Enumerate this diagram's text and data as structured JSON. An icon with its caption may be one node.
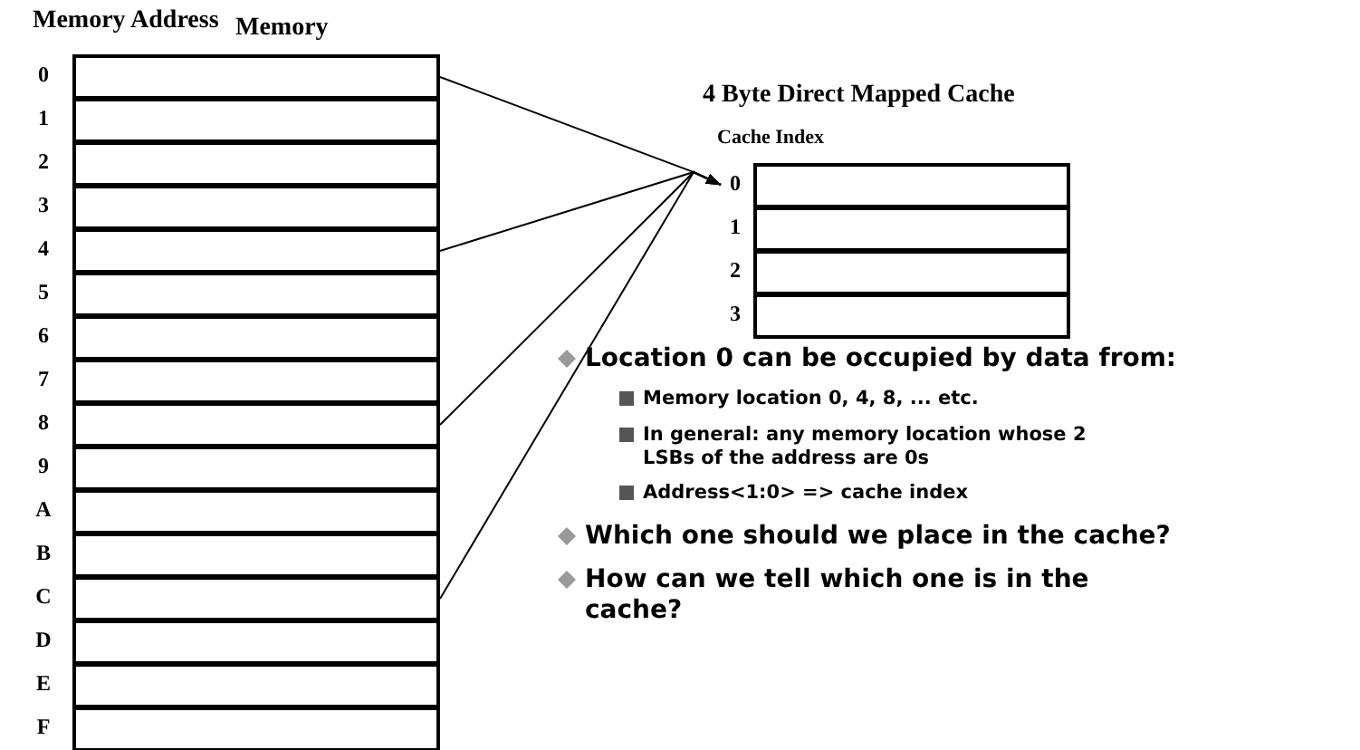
{
  "diagram": {
    "nodes": [
      {
        "text": [],
        "shape": "box"
      },
      {
        "text": [],
        "shape": "box"
      },
      {
        "text": [],
        "shape": "box"
      },
      {
        "text": [],
        "shape": "box"
      },
      {
        "text": [],
        "shape": "box"
      },
      {
        "text": [],
        "shape": "box"
      },
      {
        "text": [],
        "shape": "box"
      },
      {
        "text": [],
        "shape": "box"
      },
      {
        "text": [],
        "shape": "box"
      },
      {
        "text": [],
        "shape": "box"
      },
      {
        "text": [],
        "shape": "box"
      },
      {
        "text": [],
        "shape": "box"
      },
      {
        "text": [],
        "shape": "box"
      },
      {
        "text": [],
        "shape": "box"
      },
      {
        "text": [],
        "shape": "box"
      },
      {
        "text": [],
        "shape": "box"
      },
      {
        "text": [],
        "shape": "box"
      },
      {
        "text": [],
        "shape": "box"
      },
      {
        "text": [],
        "shape": "box"
      },
      {
        "text": [],
        "shape": "box"
      }
    ],
    "edges": [
      {
        "from": 0,
        "to": 16,
        "arrow": "to"
      },
      {
        "from": 4,
        "to": 16,
        "arrow": "to"
      },
      {
        "from": 8,
        "to": 16,
        "arrow": "to"
      },
      {
        "from": 12,
        "to": 16,
        "arrow": "to"
      }
    ],
    "labels": [
      "Memory Address",
      "Memory",
      "4 Byte Direct Mapped Cache",
      "Cache Index",
      "0",
      "1",
      "2",
      "3",
      "4",
      "5",
      "6",
      "7",
      "8",
      "9",
      "A",
      "B",
      "C",
      "D",
      "E",
      "F",
      "0",
      "1",
      "2",
      "3",
      "Location 0 can be occupied by data from:",
      "Memory location 0, 4, 8, ... etc.",
      "In general: any memory location whose 2 LSBs of the address are 0s",
      "Address<1:0> => cache index",
      "Which one should we place in the cache?",
      "How can we tell which one is in the cache?"
    ]
  }
}
